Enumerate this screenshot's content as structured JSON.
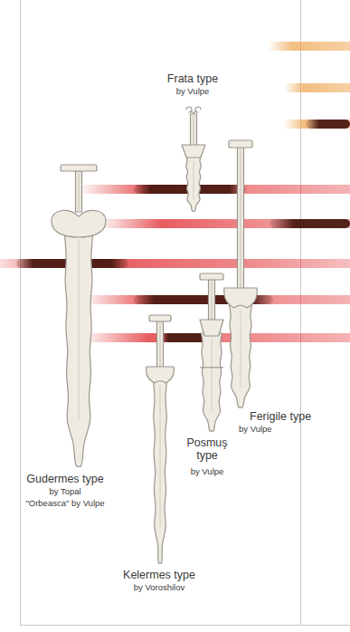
{
  "diagram": {
    "labels": [
      "Frata type",
      "by Vulpe",
      "Gudermes type",
      "by Topal",
      "\"Orbeasca\" by Vulpe",
      "Kelermes type",
      "by Voroshilov",
      "Posmuş type",
      "by Vulpe",
      "Ferigile type",
      "by Vulpe"
    ]
  }
}
